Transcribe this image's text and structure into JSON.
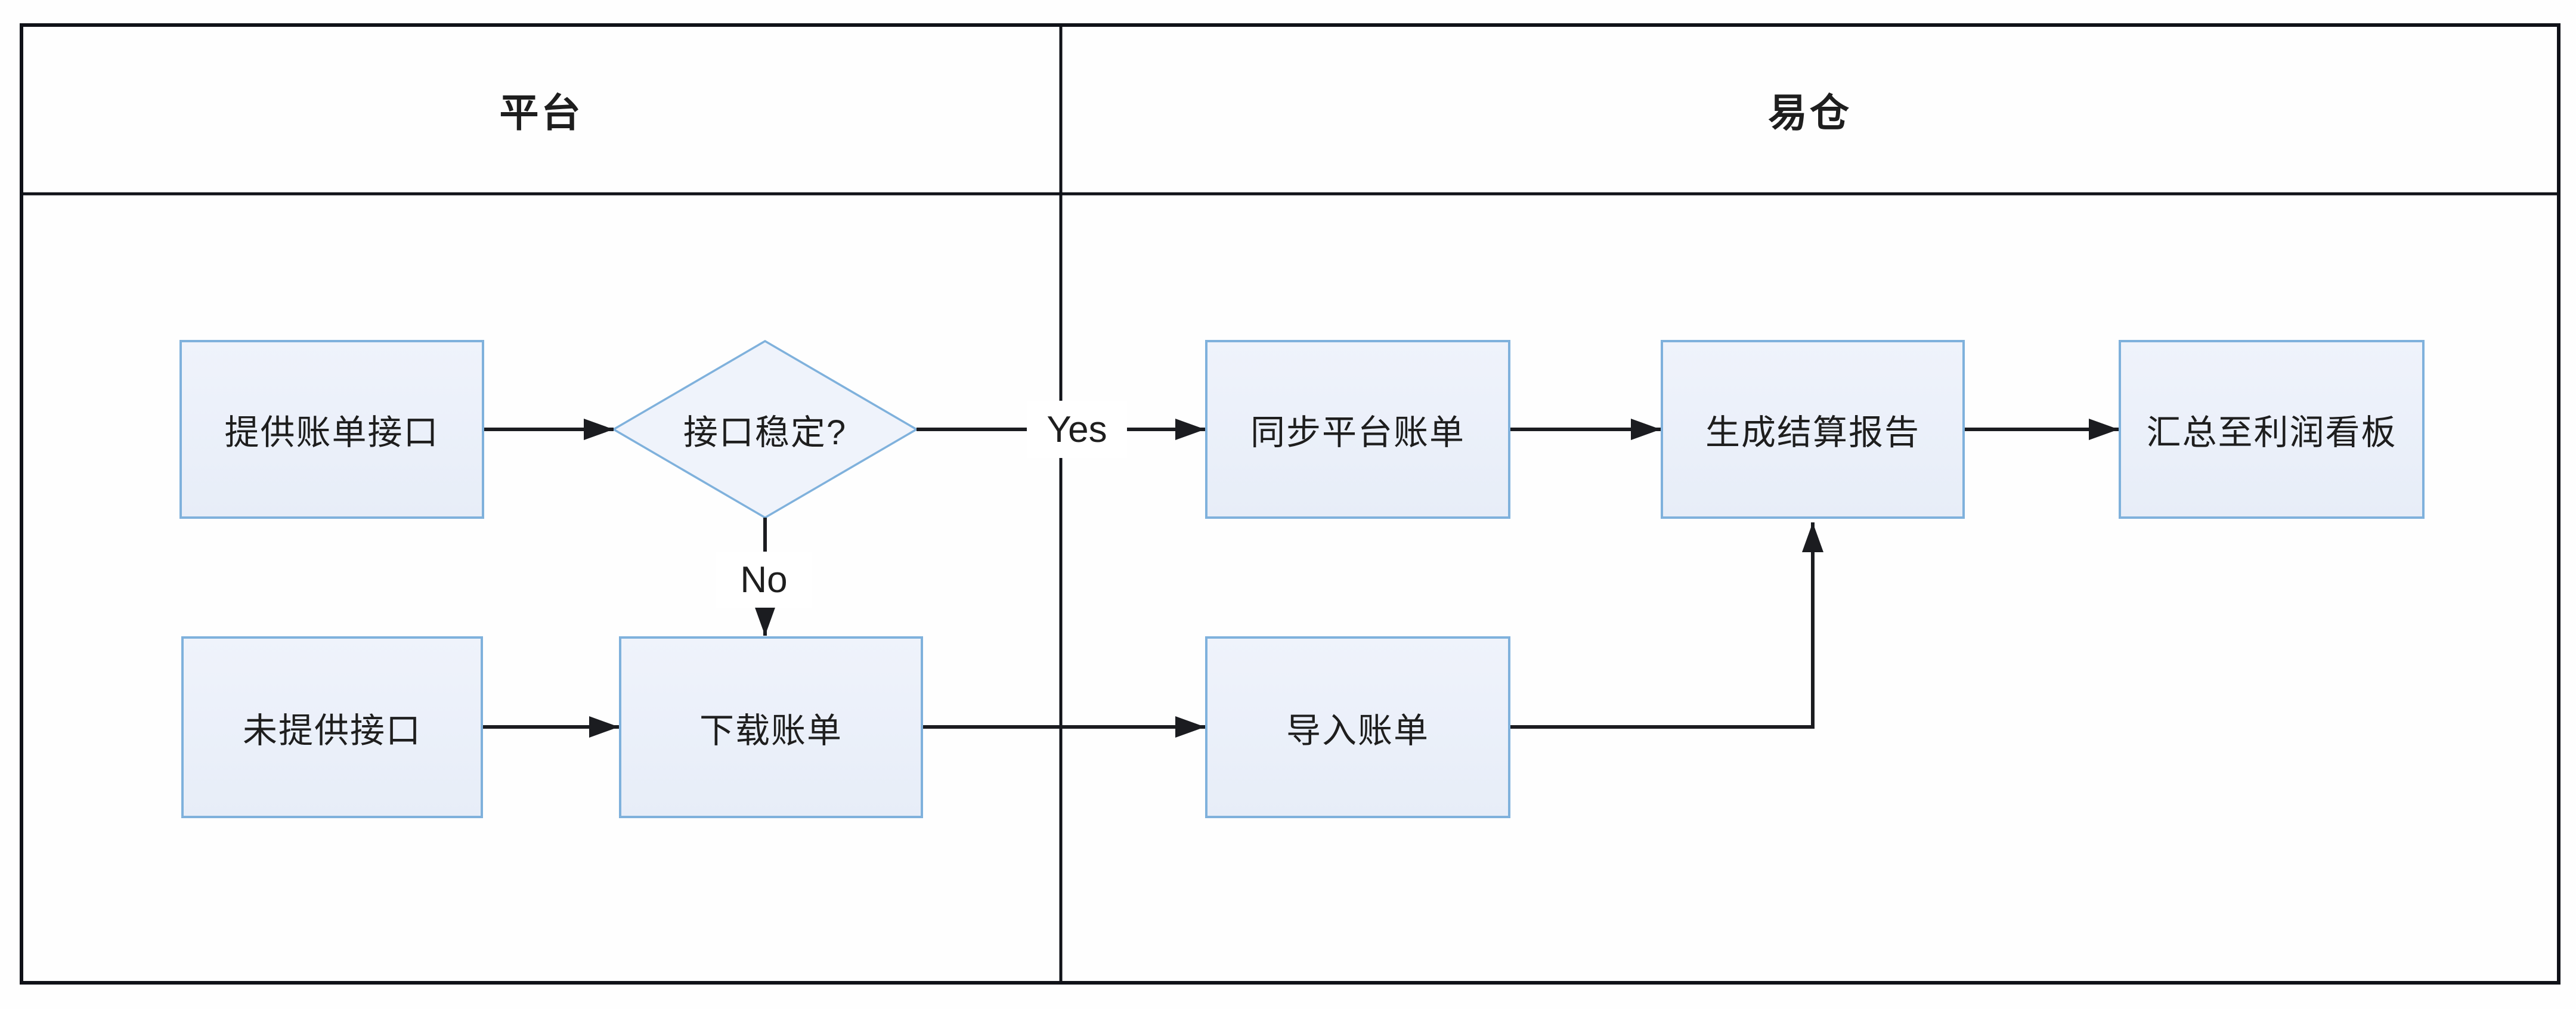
{
  "diagram": {
    "lanes": [
      {
        "title": "平台"
      },
      {
        "title": "易仓"
      }
    ],
    "nodes": {
      "provide_api": {
        "label": "提供账单接口",
        "type": "process"
      },
      "api_stable": {
        "label": "接口稳定?",
        "type": "decision"
      },
      "sync_bills": {
        "label": "同步平台账单",
        "type": "process"
      },
      "gen_report": {
        "label": "生成结算报告",
        "type": "process"
      },
      "profit_board": {
        "label": "汇总至利润看板",
        "type": "process"
      },
      "no_api": {
        "label": "未提供接口",
        "type": "process"
      },
      "download_bills": {
        "label": "下载账单",
        "type": "process"
      },
      "import_bills": {
        "label": "导入账单",
        "type": "process"
      }
    },
    "edge_labels": {
      "yes": "Yes",
      "no": "No"
    },
    "colors": {
      "node_fill": "#eff3fb",
      "node_fill_bottom": "#e7edf8",
      "node_border": "#7fb1dc",
      "line": "#1b1c20",
      "frame": "#101218",
      "text": "#1e1e1e",
      "canvas_bg": "#fefefe"
    }
  }
}
